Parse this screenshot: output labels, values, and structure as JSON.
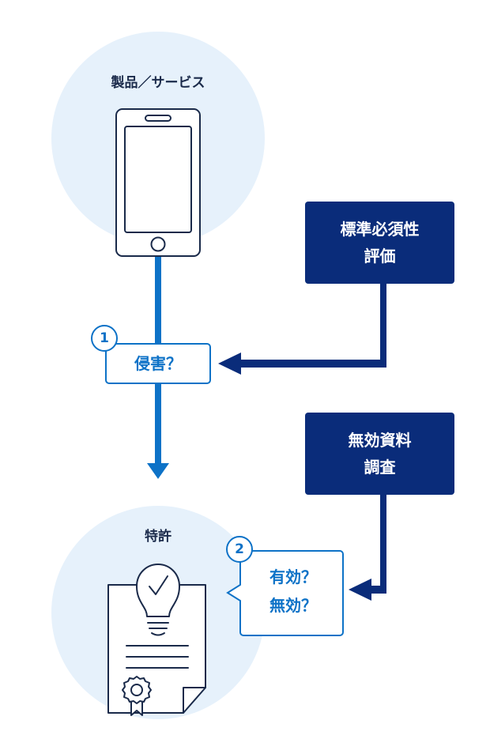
{
  "product": {
    "label": "製品／サービス"
  },
  "patent": {
    "label": "特許"
  },
  "boxes": {
    "essentiality": {
      "line1": "標準必須性",
      "line2": "評価"
    },
    "invalidity": {
      "line1": "無効資料",
      "line2": "調査"
    }
  },
  "questions": {
    "q1": {
      "number": "1",
      "text": "侵害？"
    },
    "q2": {
      "number": "2",
      "line1": "有効？",
      "line2": "無効？"
    }
  },
  "colors": {
    "circle_bg": "#e6f1fb",
    "accent_blue": "#0d72c7",
    "navy": "#0a2c7a",
    "outline": "#1a2a4a"
  },
  "icons": [
    "smartphone-icon",
    "patent-certificate-icon",
    "lightbulb-icon",
    "checkmark-icon",
    "seal-ribbon-icon"
  ]
}
